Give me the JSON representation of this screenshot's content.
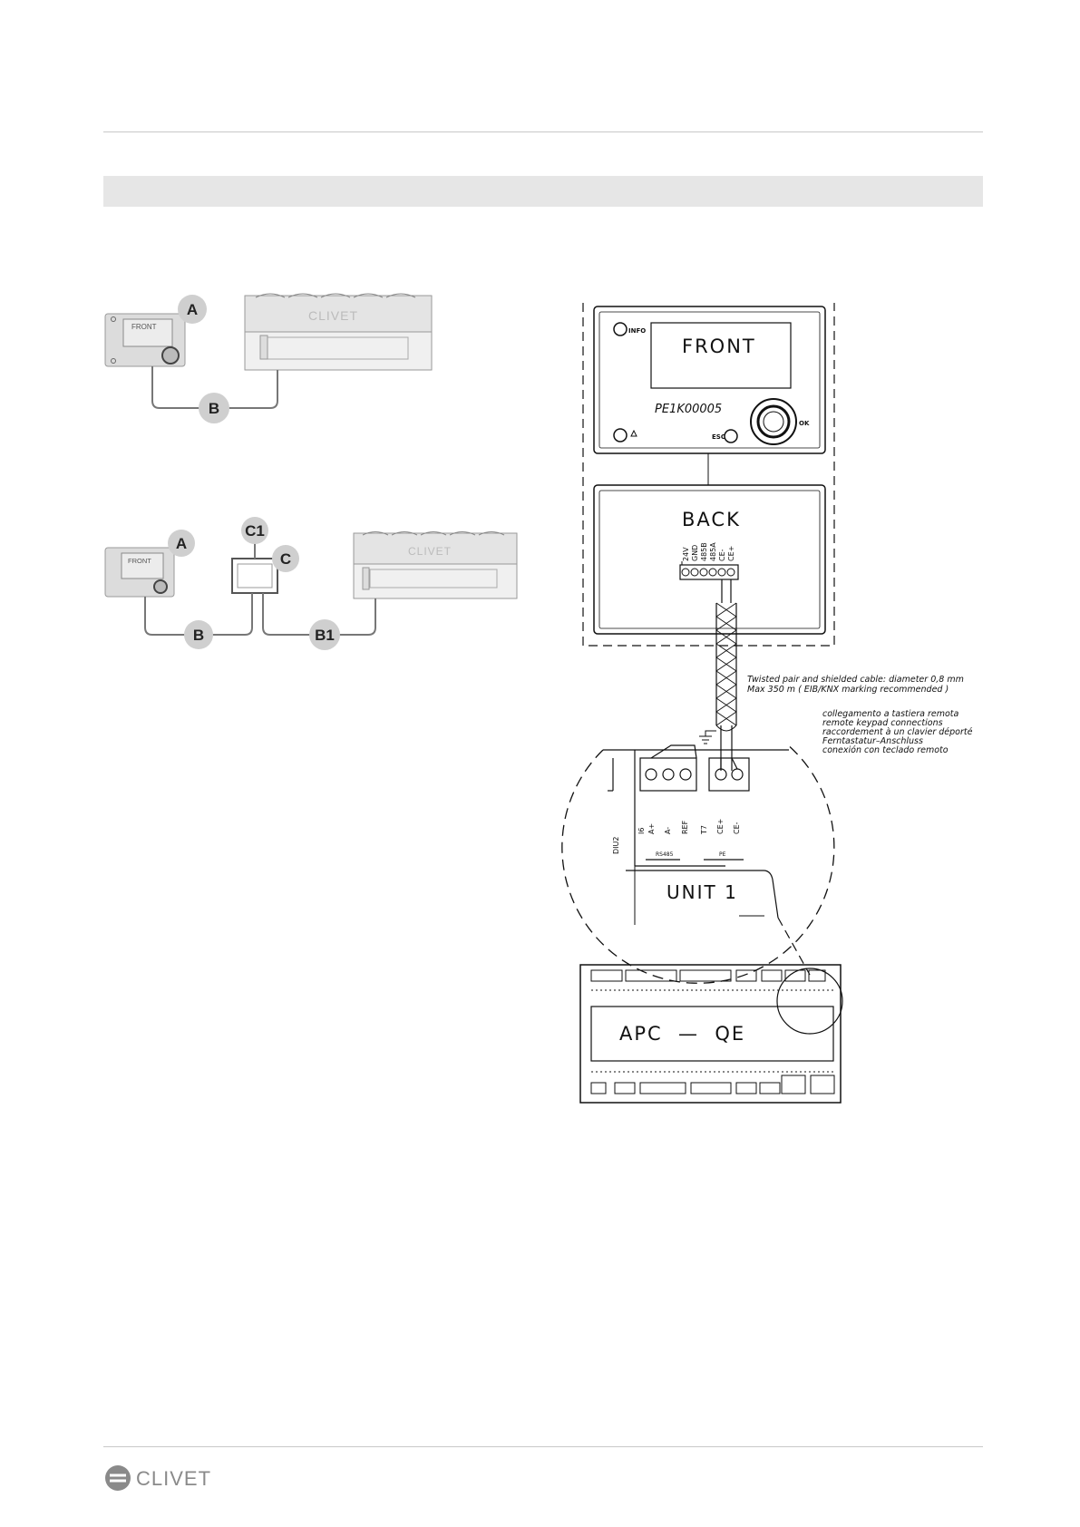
{
  "header": {
    "section_band_text": ""
  },
  "diagram_simple": {
    "keypad_screen_label": "FRONT",
    "label_a": "A",
    "label_b": "B",
    "unit_logo": "CLIVET"
  },
  "diagram_extended": {
    "keypad_screen_label": "FRONT",
    "label_a": "A",
    "label_b": "B",
    "label_b1": "B1",
    "label_c": "C",
    "label_c1": "C1",
    "unit_logo": "CLIVET"
  },
  "wiring": {
    "front_panel": {
      "screen_label": "FRONT",
      "model_code": "PE1K00005",
      "info_label": "INFO",
      "esc_label": "ESC",
      "ok_label": "OK"
    },
    "back_panel": {
      "label": "BACK",
      "terminals": [
        "24V",
        "GND",
        "485B",
        "485A",
        "CE-",
        "CE+"
      ]
    },
    "cable_note": {
      "line1": "Twisted pair and shielded cable: diameter 0,8 mm",
      "line2": "Max 350 m ( EIB/KNX marking recommended )"
    },
    "connection_note": {
      "lines": [
        "collegamento a tastiera remota",
        "remote keypad connections",
        "raccordement à un clavier déporté",
        "Ferntastatur–Anschluss",
        "conexión con teclado remoto"
      ]
    },
    "detail": {
      "terminal_labels": [
        "DIU2",
        "I6",
        "A+",
        "A-",
        "REF",
        "T7",
        "CE+",
        "CE-"
      ],
      "group_rs485": "RS485",
      "group_pe": "PE",
      "unit_label": "UNIT 1"
    },
    "controller_label": "APC  —  QE"
  },
  "footer": {
    "logo_text": "CLIVET"
  },
  "colors": {
    "rule": "#c8c8c8",
    "band": "#e6e6e6",
    "label_circle": "#cfcfcf",
    "line": "#111111"
  }
}
